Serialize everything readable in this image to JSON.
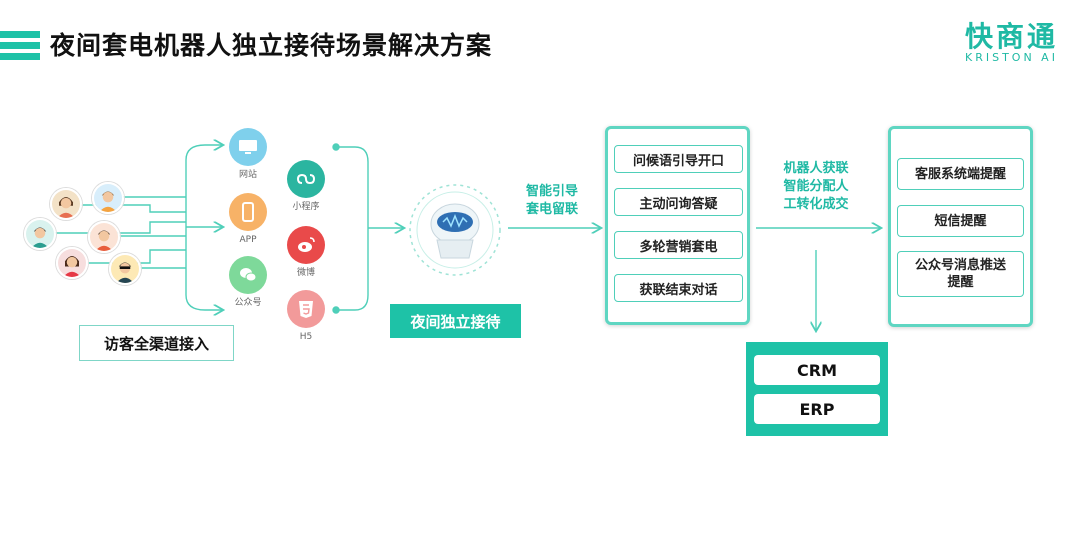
{
  "header": {
    "title": "夜间套电机器人独立接待场景解决方案",
    "logo_cn": "快商通",
    "logo_en": "KRISTON AI",
    "accent_color": "#1ec2a7"
  },
  "visitors": {
    "label": "访客全渠道接入",
    "avatars": [
      "woman-avatar",
      "man-avatar",
      "man-avatar",
      "man-avatar",
      "woman-avatar",
      "man-avatar"
    ]
  },
  "channels": [
    {
      "label": "网站",
      "icon": "monitor-icon",
      "color": "#7fd0ec"
    },
    {
      "label": "APP",
      "icon": "phone-icon",
      "color": "#f7b267"
    },
    {
      "label": "公众号",
      "icon": "wechat-icon",
      "color": "#7ed99a"
    },
    {
      "label": "小程序",
      "icon": "mini-program-icon",
      "color": "#2bb5a0"
    },
    {
      "label": "微博",
      "icon": "weibo-icon",
      "color": "#e94a4a"
    },
    {
      "label": "H5",
      "icon": "html5-icon",
      "color": "#f29a9a"
    }
  ],
  "robot": {
    "icon": "robot-icon",
    "label": "夜间独立接待"
  },
  "guide_text": [
    "智能引导",
    "套电留联"
  ],
  "flow_steps": [
    "问候语引导开口",
    "主动问询答疑",
    "多轮营销套电",
    "获联结束对话"
  ],
  "transfer_text": [
    "机器人获联",
    "智能分配人",
    "工转化成交"
  ],
  "reminders": [
    "客服系统端提醒",
    "短信提醒",
    "公众号消息推送提醒"
  ],
  "systems": [
    "CRM",
    "ERP"
  ]
}
